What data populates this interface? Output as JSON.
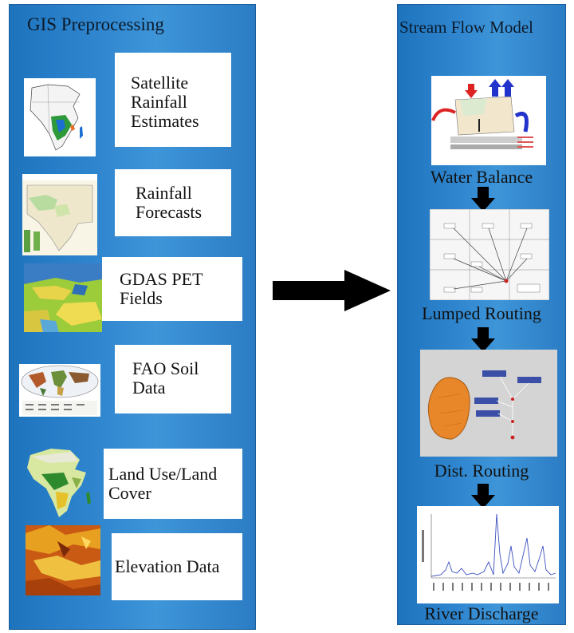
{
  "left_panel": {
    "title": "GIS Preprocessing",
    "items": [
      {
        "label": "Satellite Rainfall Estimates",
        "icon": "africa-rainfall-map-icon"
      },
      {
        "label": "Rainfall Forecasts",
        "icon": "rainfall-forecast-map-icon"
      },
      {
        "label": "GDAS PET Fields",
        "icon": "pet-field-map-icon"
      },
      {
        "label": "FAO Soil Data",
        "icon": "world-soil-map-icon"
      },
      {
        "label": "Land Use/Land Cover",
        "icon": "africa-landcover-map-icon"
      },
      {
        "label": "Elevation Data",
        "icon": "elevation-map-icon"
      }
    ]
  },
  "right_panel": {
    "title": "Stream Flow Model",
    "stages": [
      {
        "label": "Water Balance",
        "icon": "water-balance-diagram-icon"
      },
      {
        "label": "Lumped Routing",
        "icon": "lumped-routing-grid-icon"
      },
      {
        "label": "Dist. Routing",
        "icon": "distributed-routing-diagram-icon"
      },
      {
        "label": "River Discharge",
        "icon": "hydrograph-chart-icon"
      }
    ]
  },
  "colors": {
    "panel_blue": "#2f86cf",
    "arrow": "#000000",
    "basin_orange": "#e8862a"
  }
}
